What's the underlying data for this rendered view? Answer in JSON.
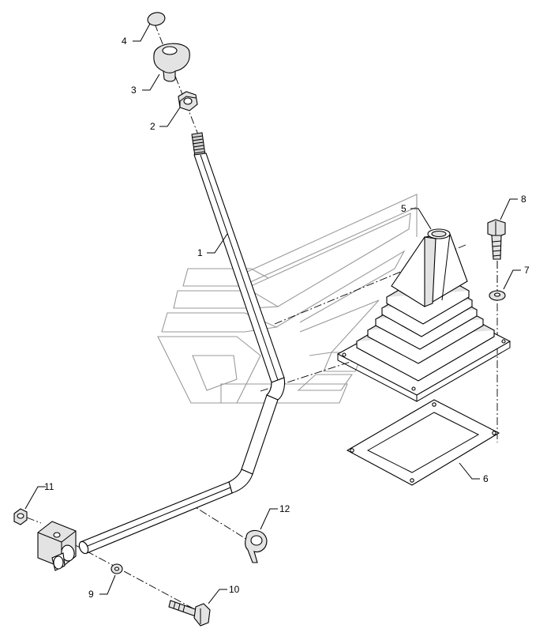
{
  "callouts": {
    "c1": "1",
    "c2": "2",
    "c3": "3",
    "c4": "4",
    "c5": "5",
    "c6": "6",
    "c7": "7",
    "c8": "8",
    "c9": "9",
    "c10": "10",
    "c11": "11",
    "c12": "12"
  },
  "colors": {
    "line": "#000000",
    "shade": "#e3e3e3",
    "watermark": "#9a9a9a",
    "background": "#ffffff"
  }
}
